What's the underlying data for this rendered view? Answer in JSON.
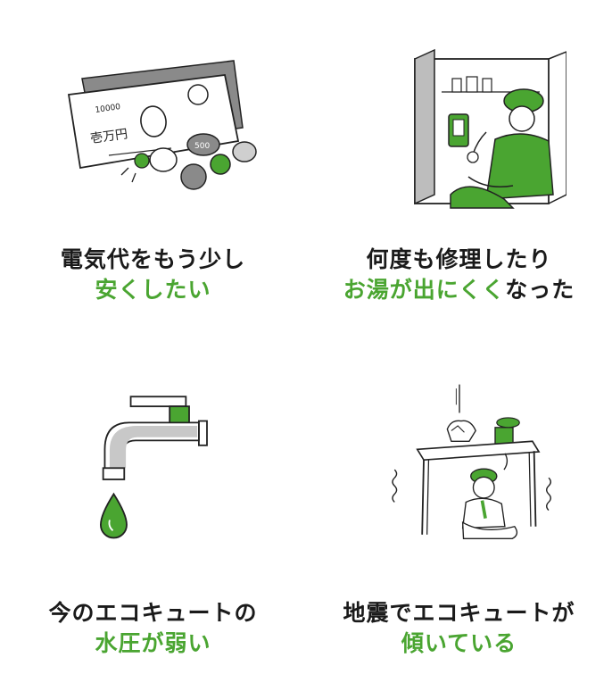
{
  "colors": {
    "accent": "#4aa531",
    "text": "#1a1a1a",
    "gray": "#c8c8c8"
  },
  "cards": [
    {
      "icon": "money-icon",
      "line1": "電気代をもう少し",
      "line2": "安くしたい"
    },
    {
      "icon": "repair-worker-icon",
      "line1": "何度も修理したり",
      "line2_green": "お湯が出にくく",
      "line2_dark": "なった"
    },
    {
      "icon": "faucet-drop-icon",
      "line1": "今のエコキュートの",
      "line2": "水圧が弱い"
    },
    {
      "icon": "earthquake-icon",
      "line1": "地震でエコキュートが",
      "line2": "傾いている"
    }
  ]
}
